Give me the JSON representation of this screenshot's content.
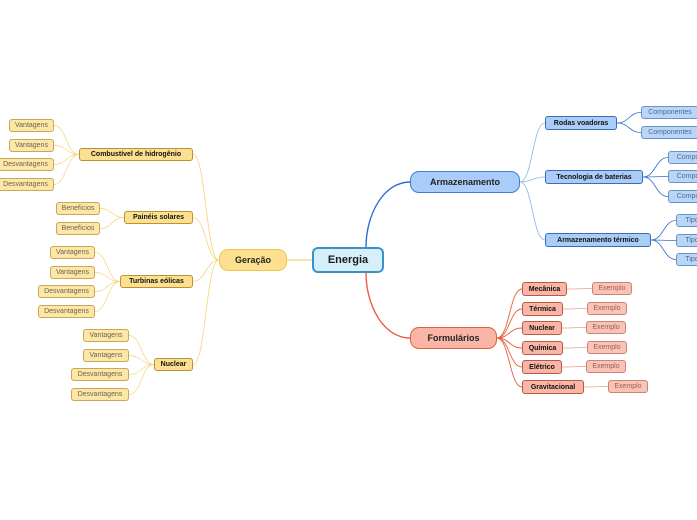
{
  "root": "Energia",
  "left": {
    "title": "Geração",
    "items": [
      {
        "label": "Combustível de hidrogênio",
        "children": [
          "Vantagens",
          "Vantagens",
          "Desvantagens",
          "Desvantagens"
        ]
      },
      {
        "label": "Painéis solares",
        "children": [
          "Benefícios",
          "Benefícios"
        ]
      },
      {
        "label": "Turbinas eólicas",
        "children": [
          "Vantagens",
          "Vantagens",
          "Desvantagens",
          "Desvantagens"
        ]
      },
      {
        "label": "Nuclear",
        "children": [
          "Vantagens",
          "Vantagens",
          "Desvantagens",
          "Desvantagens"
        ]
      }
    ]
  },
  "storage": {
    "title": "Armazenamento",
    "items": [
      {
        "label": "Rodas voadoras",
        "children": [
          "Componentes",
          "Componentes"
        ]
      },
      {
        "label": "Tecnologia de baterias",
        "children": [
          "Compo",
          "Compo",
          "Compo"
        ]
      },
      {
        "label": "Armazenamento térmico",
        "children": [
          "Tipo",
          "Tipo",
          "Tipo"
        ]
      }
    ]
  },
  "formulas": {
    "title": "Formulários",
    "items": [
      {
        "label": "Mecânica",
        "example": "Exemplo"
      },
      {
        "label": "Térmica",
        "example": "Exemplo"
      },
      {
        "label": "Nuclear",
        "example": "Exemplo"
      },
      {
        "label": "Química",
        "example": "Exemplo"
      },
      {
        "label": "Elétrico",
        "example": "Exemplo"
      },
      {
        "label": "Gravitacional",
        "example": "Exemplo"
      }
    ]
  },
  "colors": {
    "yellow_line": "#f7d37a",
    "blue_line": "#2f6fd0",
    "blue_light_line": "#8fb4e8",
    "red_line": "#e8603f",
    "red_light_line": "#e7a08f"
  }
}
